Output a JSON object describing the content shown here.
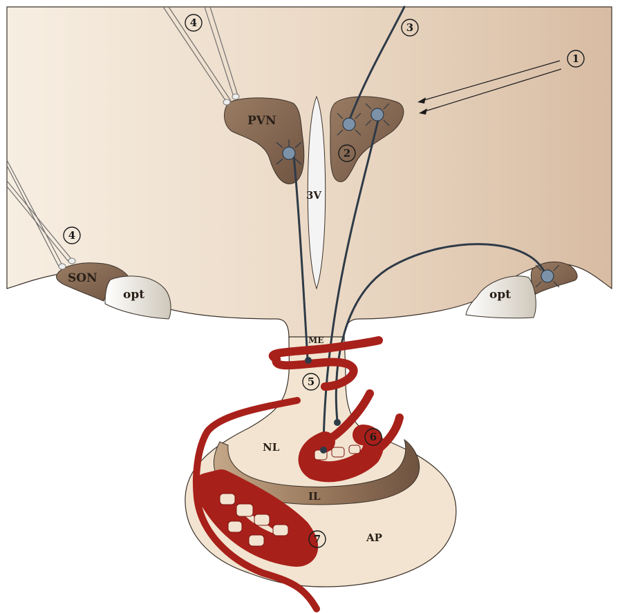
{
  "labels": {
    "pvn": "PVN",
    "third_ventricle": "3V",
    "son": "SON",
    "opt_left": "opt",
    "opt_right": "opt",
    "median_eminence": "ME",
    "neural_lobe": "NL",
    "intermediate_lobe": "IL",
    "anterior_pituitary": "AP"
  },
  "markers": {
    "m1": "1",
    "m2": "2",
    "m3": "3",
    "m4_top": "4",
    "m4_left": "4",
    "m5": "5",
    "m6": "6",
    "m7": "7"
  },
  "colors": {
    "brain_tissue_left": "#f6ecdf",
    "brain_tissue_right": "#dcc0a6",
    "nucleus": "#8a6c55",
    "optic_tract": "#eeeae2",
    "pituitary": "#f2e4d0",
    "intermediate_lobe": "#8f7057",
    "vessel": "#a8201a",
    "axon": "#2e3a47",
    "neuron_body": "#7c92a8"
  }
}
